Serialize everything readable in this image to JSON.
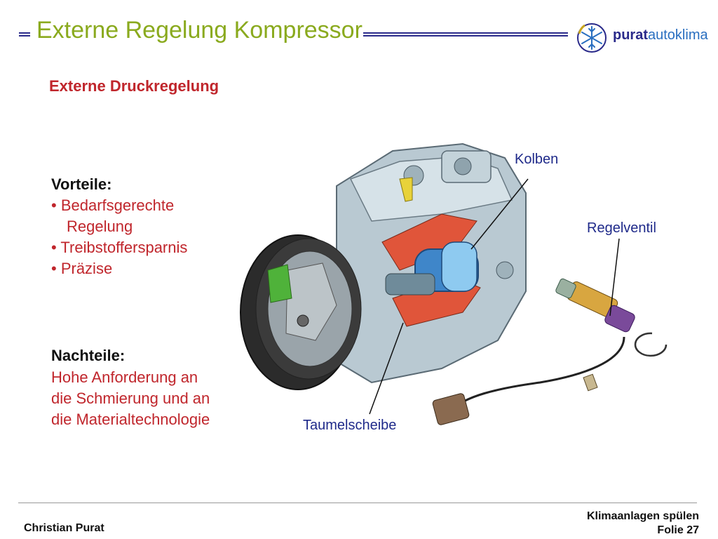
{
  "header": {
    "title": "Externe Regelung Kompressor",
    "logo": {
      "part1": "purat",
      "part2": "autoklima"
    }
  },
  "subtitle": "Externe Druckregelung",
  "advantages": {
    "heading": "Vorteile:",
    "items": [
      "• Bedarfsgerechte",
      "Regelung",
      "• Treibstoffersparnis",
      "• Präzise"
    ]
  },
  "disadvantages": {
    "heading": "Nachteile:",
    "lines": [
      "Hohe Anforderung an",
      "die Schmierung und an",
      "die Materialtechnologie"
    ]
  },
  "callouts": {
    "kolben": "Kolben",
    "regelventil": "Regelventil",
    "taumelscheibe": "Taumelscheibe"
  },
  "footer": {
    "author": "Christian Purat",
    "topic": "Klimaanlagen spülen",
    "slide": "Folie 27"
  },
  "colors": {
    "title": "#8aaa1e",
    "accent_red": "#c0262c",
    "navy": "#2a2a8a"
  }
}
